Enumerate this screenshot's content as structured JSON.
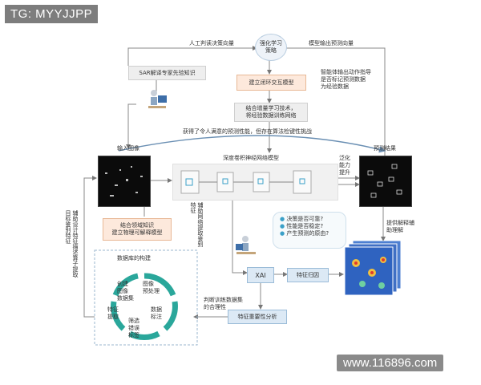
{
  "watermark_top": "TG: MYYJJPP",
  "watermark_bottom": "www.116896.com",
  "top": {
    "rl_policy": "强化学习\n策略",
    "arrow_left": "人工判读决策向量",
    "arrow_right": "模型输出预测向量",
    "sar_expert": "SAR解译专家先验知识",
    "closed_loop": "建立闭环交互模型",
    "guide_text": "智能体输出动作指导\n是否标记预测数据\n为经验数据",
    "incremental": "结合增量学习技术，\n将经验数据训练网络"
  },
  "middle": {
    "curve_text": "获得了令人满意的预测性能，但存在算法检键性挑战",
    "input_image": "输入图像",
    "prediction": "预测结果",
    "cnn_title": "深度卷积神经网络模型",
    "generalization": "泛化\n能力\n提升",
    "domain_knowledge": "结合领域知识\n建立物理可解释模型",
    "aux_network": "辅助网络提取鉴别特征",
    "aux_left": "辅助设计特征描述算子提取目标鉴别特征",
    "explain": "提供解释辅助理解"
  },
  "xai": {
    "questions": [
      "决策是否可靠?",
      "性能是否稳定?",
      "产生预测的原由?"
    ],
    "xai_label": "XAI",
    "feature_attr": "特征归因",
    "importance": "特征重要性分析",
    "judge": "判断训练数据集\n的合理性"
  },
  "database": {
    "title": "数据库的构建",
    "steps": [
      "图像\n预处理",
      "数据\n标注",
      "筛选\n错误\n标签",
      "特征\n提取",
      "创建\n图像\n数据集"
    ]
  },
  "colors": {
    "blue_box": "#dce9f5",
    "orange_box": "#fde9dc",
    "cycle_green": "#2aa79b",
    "arrow": "#6a8fb3"
  }
}
